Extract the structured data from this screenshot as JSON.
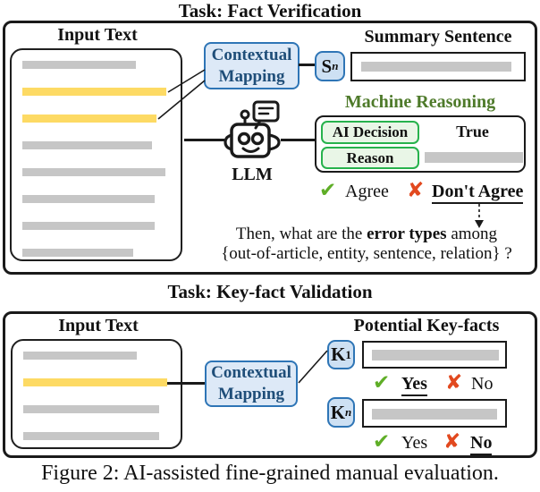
{
  "caption": "Figure 2: AI-assisted fine-grained manual evaluation.",
  "icons": {
    "check": "✔",
    "cross": "✘"
  },
  "colors": {
    "accent_blue": "#2e75b6",
    "blue_fill": "#dde9f7",
    "badge_fill": "#cde0f3",
    "blue_text": "#1f4e79",
    "green_border": "#27b24d",
    "green_fill": "#e9f6e7",
    "green_title": "#4e7a2a",
    "check_green": "#5fae27",
    "cross_red": "#e2491f",
    "highlight_yellow": "#fdda64",
    "placeholder_gray": "#c6c6c6"
  },
  "fact_verification": {
    "title": "Task: Fact Verification",
    "input_text_label": "Input Text",
    "doc_bars": [
      {
        "highlight": false,
        "width": 127
      },
      {
        "highlight": true,
        "width": 161
      },
      {
        "highlight": true,
        "width": 150
      },
      {
        "highlight": false,
        "width": 145
      },
      {
        "highlight": false,
        "width": 160
      },
      {
        "highlight": false,
        "width": 148
      },
      {
        "highlight": false,
        "width": 148
      },
      {
        "highlight": false,
        "width": 124
      }
    ],
    "contextual_mapping": {
      "line1": "Contextual",
      "line2": "Mapping"
    },
    "summary": {
      "label": "Summary Sentence",
      "badge_base": "S",
      "badge_sub": "n"
    },
    "llm_label": "LLM",
    "machine_reasoning": {
      "label": "Machine Reasoning",
      "ai_decision_label": "AI Decision",
      "decision_value": "True",
      "reason_label": "Reason"
    },
    "feedback": {
      "agree_label": "Agree",
      "dont_agree_label": "Don't Agree"
    },
    "question": {
      "line1_pre": "Then, what are the ",
      "line1_bold": "error types",
      "line1_post": " among",
      "line2": "{out-of-article, entity, sentence, relation} ?"
    }
  },
  "keyfact_validation": {
    "title": "Task: Key-fact Validation",
    "input_text_label": "Input Text",
    "doc_bars": [
      {
        "highlight": false,
        "width": 127
      },
      {
        "highlight": true,
        "width": 161
      },
      {
        "highlight": false,
        "width": 152
      },
      {
        "highlight": false,
        "width": 152
      }
    ],
    "contextual_mapping": {
      "line1": "Contextual",
      "line2": "Mapping"
    },
    "potential_label": "Potential Key-facts",
    "keyfacts": [
      {
        "badge_base": "K",
        "badge_sub": "1",
        "yes_label": "Yes",
        "no_label": "No",
        "selected": "yes"
      },
      {
        "badge_base": "K",
        "badge_sub": "n",
        "yes_label": "Yes",
        "no_label": "No",
        "selected": "no"
      }
    ]
  }
}
